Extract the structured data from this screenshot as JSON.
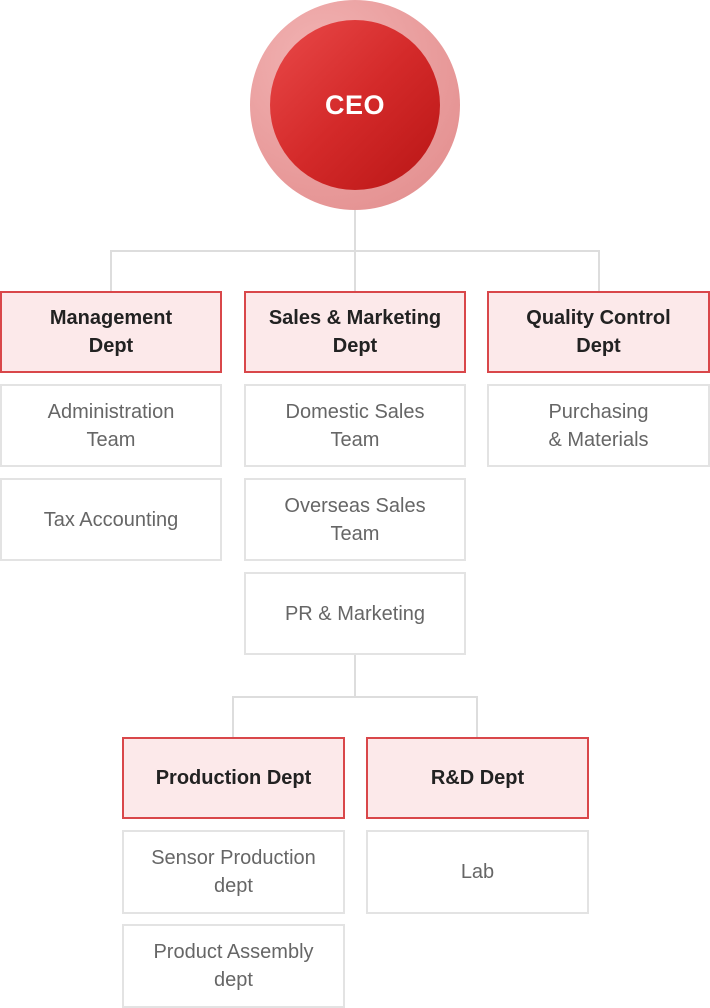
{
  "ceo": {
    "label": "CEO"
  },
  "departments": {
    "management": {
      "label": "Management\nDept",
      "teams": [
        "Administration\nTeam",
        "Tax Accounting"
      ]
    },
    "sales_marketing": {
      "label": "Sales & Marketing\nDept",
      "teams": [
        "Domestic Sales\nTeam",
        "Overseas Sales\nTeam",
        "PR & Marketing"
      ]
    },
    "quality_control": {
      "label": "Quality Control\nDept",
      "teams": [
        "Purchasing\n& Materials"
      ]
    },
    "production": {
      "label": "Production Dept",
      "teams": [
        "Sensor Production\ndept",
        "Product Assembly\ndept"
      ]
    },
    "rnd": {
      "label": "R&D Dept",
      "teams": [
        "Lab"
      ]
    }
  },
  "colors": {
    "accent": "#d9474a",
    "dept_fill": "#fce9ea",
    "team_border": "#e3e3e3",
    "connector": "#dddddd",
    "ceo_inner": "#d42a2a",
    "ceo_ring": "#e89a9a"
  }
}
